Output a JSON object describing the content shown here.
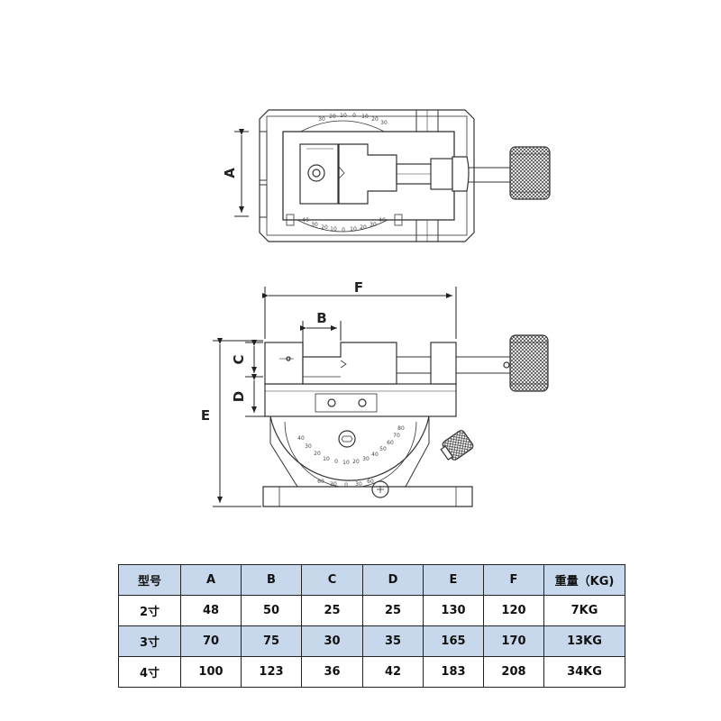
{
  "dimension_labels": {
    "a": "A",
    "b": "B",
    "c": "C",
    "d": "D",
    "e": "E",
    "f": "F"
  },
  "scale_top": {
    "upper": [
      "30",
      "20",
      "10",
      "0",
      "10",
      "20",
      "30"
    ],
    "lower": [
      "40",
      "30",
      "20",
      "10",
      "0",
      "10",
      "20",
      "30",
      "40"
    ]
  },
  "scale_front": {
    "inner": [
      "40",
      "30",
      "20",
      "10",
      "0",
      "10",
      "20",
      "30",
      "40",
      "50",
      "60",
      "70",
      "80"
    ],
    "outer": [
      "60",
      "30",
      "0",
      "30",
      "60"
    ]
  },
  "table": {
    "headers": [
      "型号",
      "A",
      "B",
      "C",
      "D",
      "E",
      "F",
      "重量（KG)"
    ],
    "rows": [
      [
        "2寸",
        "48",
        "50",
        "25",
        "25",
        "130",
        "120",
        "7KG"
      ],
      [
        "3寸",
        "70",
        "75",
        "30",
        "35",
        "165",
        "170",
        "13KG"
      ],
      [
        "4寸",
        "100",
        "123",
        "36",
        "42",
        "183",
        "208",
        "34KG"
      ]
    ]
  }
}
